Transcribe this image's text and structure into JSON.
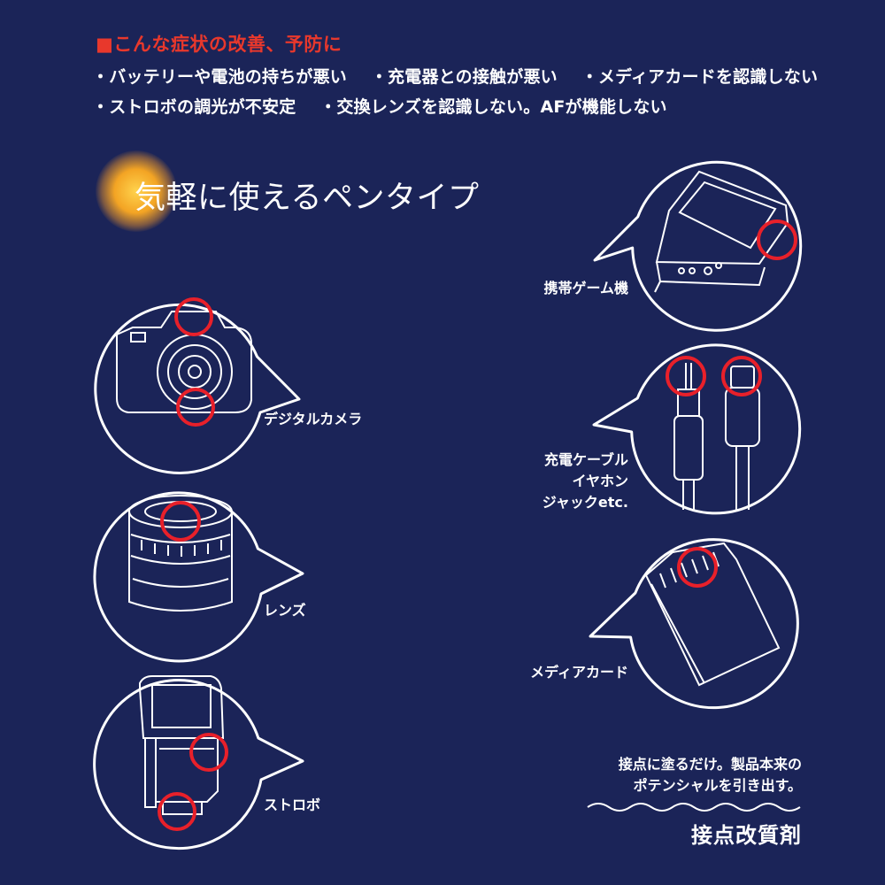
{
  "header": {
    "mark": "■",
    "title": "こんな症状の改善、予防に"
  },
  "symptoms": {
    "line1": [
      "・バッテリーや電池の持ちが悪い",
      "・充電器との接触が悪い",
      "・メディアカードを認識しない"
    ],
    "line2": [
      "・ストロボの調光が不安定",
      "・交換レンズを認識しない。AFが機能しない"
    ]
  },
  "subtitle": "気軽に使えるペンタイプ",
  "devices": {
    "camera": "デジタルカメラ",
    "lens": "レンズ",
    "strobe": "ストロボ",
    "game": "携帯ゲーム機",
    "cable_line1": "充電ケーブル",
    "cable_line2": "イヤホン",
    "cable_line3": "ジャックetc.",
    "card": "メディアカード"
  },
  "footer": {
    "note_line1": "接点に塗るだけ。製品本来の",
    "note_line2": "ポテンシャルを引き出す。",
    "product": "接点改質剤"
  },
  "colors": {
    "background": "#1b2458",
    "accent_red": "#e8382c",
    "highlight_circle": "#e8202a",
    "glow": "#f3a424"
  }
}
